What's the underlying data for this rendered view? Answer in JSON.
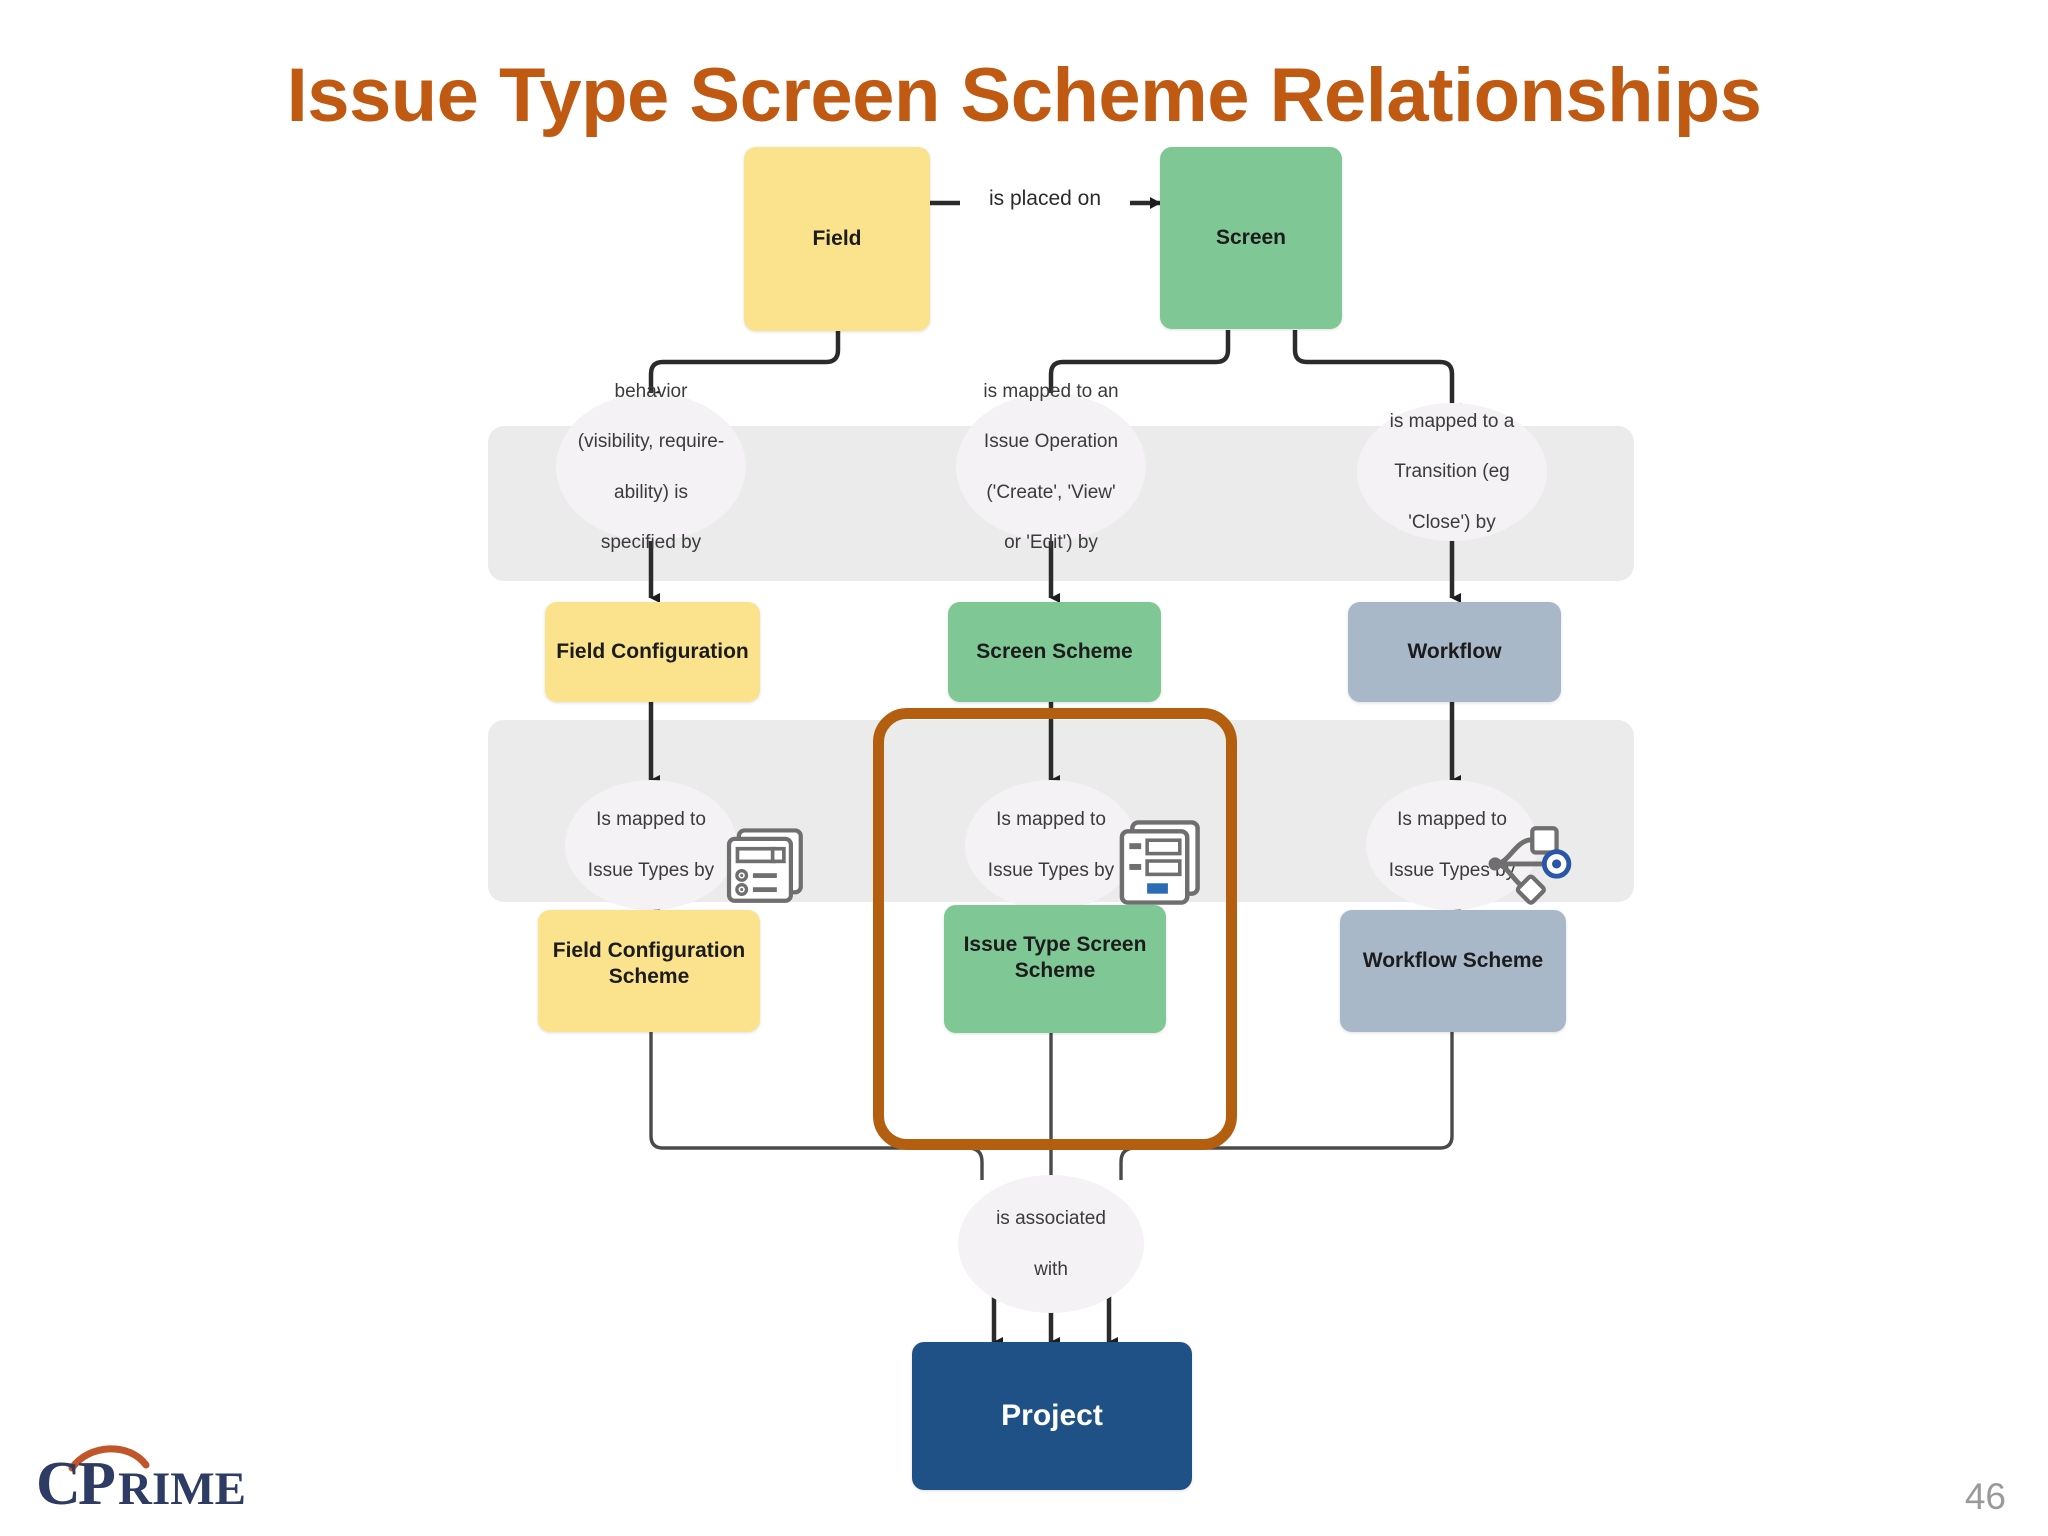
{
  "slide": {
    "title": "Issue Type Screen Scheme Relationships",
    "title_color": "#c05a12",
    "page_number": "46",
    "logo_text_c": "C",
    "logo_text_p": "P",
    "logo_text_rime": "RIME",
    "logo_color": "#2e3b64",
    "logo_arc_color": "#c0562a"
  },
  "diagram": {
    "type": "entity-relationship-flow",
    "highlight": {
      "color": "#b45f10",
      "target": "Issue Type Screen Scheme"
    },
    "nodes": [
      {
        "id": "field",
        "label": "Field",
        "color": "yellow",
        "row": "top"
      },
      {
        "id": "screen",
        "label": "Screen",
        "color": "green",
        "row": "top"
      },
      {
        "id": "field-config",
        "label": "Field Configuration",
        "color": "yellow",
        "row": "second"
      },
      {
        "id": "screen-scheme",
        "label": "Screen Scheme",
        "color": "green",
        "row": "second"
      },
      {
        "id": "workflow",
        "label": "Workflow",
        "color": "blue",
        "row": "second"
      },
      {
        "id": "field-config-scheme",
        "label": "Field Configuration\nScheme",
        "color": "yellow",
        "row": "fourth"
      },
      {
        "id": "issue-type-screen-scheme",
        "label": "Issue Type Screen\nScheme",
        "color": "green",
        "row": "fourth"
      },
      {
        "id": "workflow-scheme",
        "label": "Workflow Scheme",
        "color": "blue",
        "row": "fourth"
      },
      {
        "id": "project",
        "label": "Project",
        "color": "navy",
        "row": "bottom"
      }
    ],
    "node_labels": {
      "field": "Field",
      "screen": "Screen",
      "field_configuration": "Field Configuration",
      "screen_scheme": "Screen Scheme",
      "workflow": "Workflow",
      "field_configuration_scheme_l1": "Field Configuration",
      "field_configuration_scheme_l2": "Scheme",
      "issue_type_screen_scheme_l1": "Issue Type Screen",
      "issue_type_screen_scheme_l2": "Scheme",
      "workflow_scheme": "Workflow Scheme",
      "project": "Project"
    },
    "edge_labels": {
      "is_placed_on": "is placed on",
      "behavior": [
        "behavior",
        "(visibility, require-",
        "ability) is",
        "specified by"
      ],
      "issue_operation": [
        "is mapped to an",
        "Issue Operation",
        "('Create', 'View'",
        "or 'Edit') by"
      ],
      "transition": [
        "is mapped to a",
        "Transition (eg",
        "'Close') by"
      ],
      "mapped_issue_types_left": [
        "Is mapped to",
        "Issue Types by"
      ],
      "mapped_issue_types_mid": [
        "Is mapped to",
        "Issue Types by"
      ],
      "mapped_issue_types_right": [
        "Is mapped to",
        "Issue Types by"
      ],
      "is_associated_with": [
        "is associated",
        "with"
      ]
    },
    "icons": {
      "field_config_scheme_icon": "form-list-document-icon",
      "issue_type_screen_scheme_icon": "screen-layout-document-icon",
      "workflow_scheme_icon": "workflow-graph-icon"
    },
    "colors": {
      "yellow": "#fbe38e",
      "green": "#7fc795",
      "blue": "#a8b8c8",
      "navy": "#1f5186",
      "band": "#ebebeb",
      "ellipse": "#f4f2f4",
      "connector": "#2b2b2b"
    }
  }
}
